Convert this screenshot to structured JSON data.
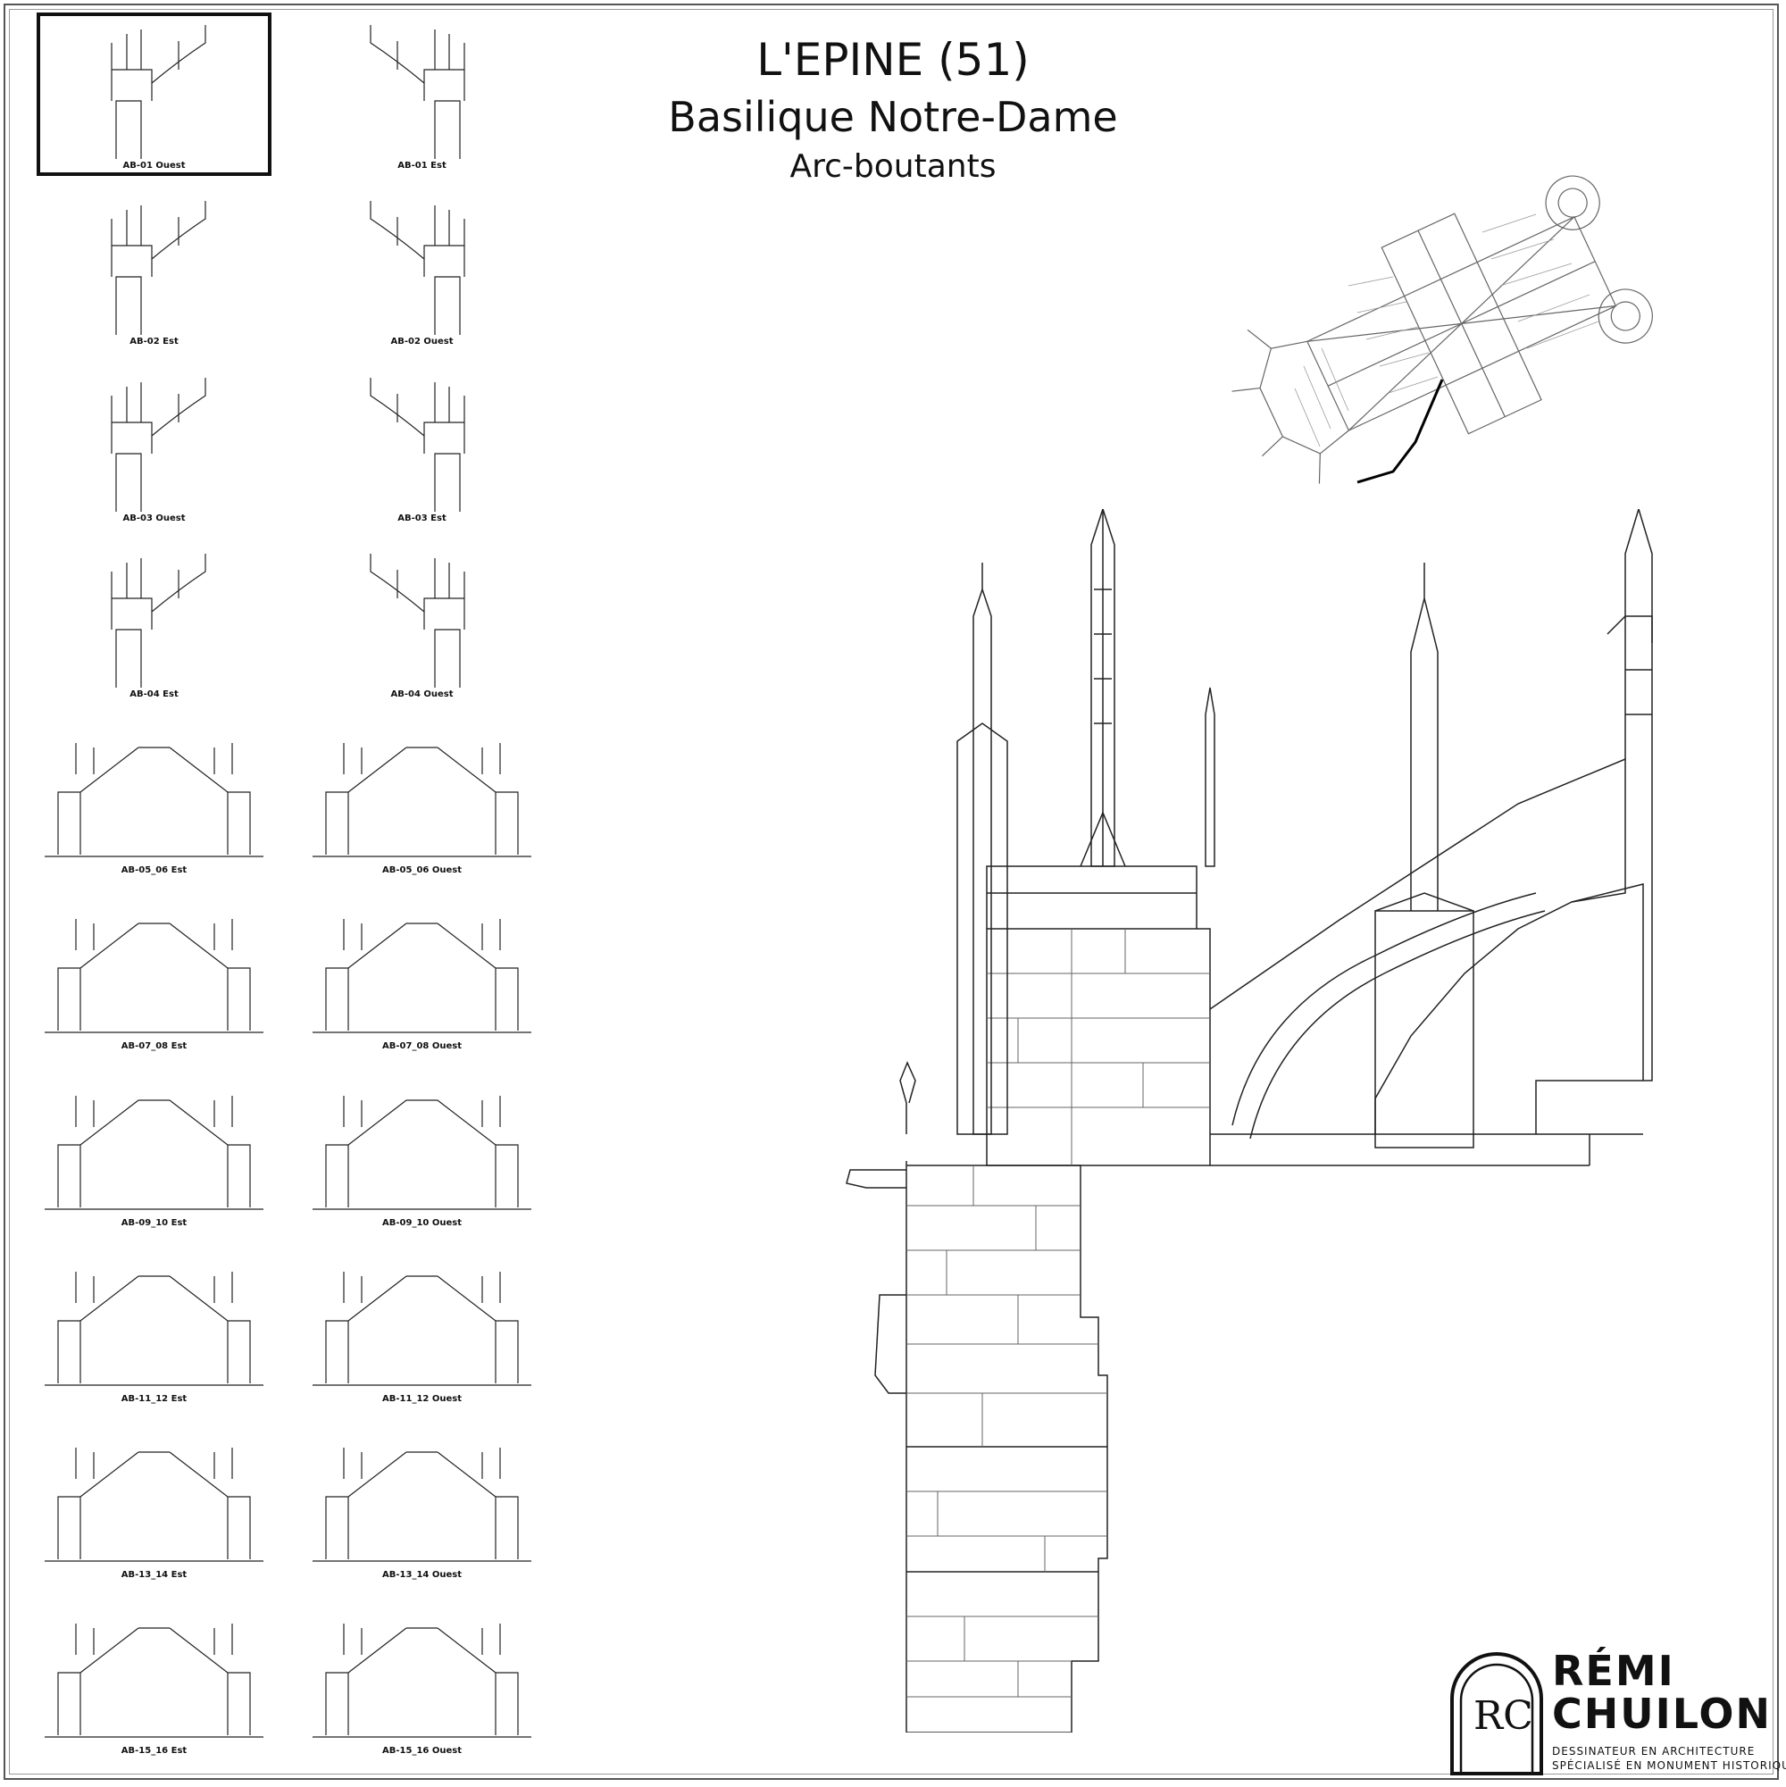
{
  "header": {
    "title": "L'EPINE (51)",
    "subtitle": "Basilique Notre-Dame",
    "section": "Arc-boutants"
  },
  "thumbnails": [
    {
      "label": "AB-01 Ouest",
      "selected": true
    },
    {
      "label": "AB-01 Est",
      "selected": false
    },
    {
      "label": "AB-02 Est",
      "selected": false
    },
    {
      "label": "AB-02 Ouest",
      "selected": false
    },
    {
      "label": "AB-03 Ouest",
      "selected": false
    },
    {
      "label": "AB-03 Est",
      "selected": false
    },
    {
      "label": "AB-04 Est",
      "selected": false
    },
    {
      "label": "AB-04 Ouest",
      "selected": false
    },
    {
      "label": "AB-05_06 Est",
      "selected": false
    },
    {
      "label": "AB-05_06 Ouest",
      "selected": false
    },
    {
      "label": "AB-07_08 Est",
      "selected": false
    },
    {
      "label": "AB-07_08 Ouest",
      "selected": false
    },
    {
      "label": "AB-09_10 Est",
      "selected": false
    },
    {
      "label": "AB-09_10 Ouest",
      "selected": false
    },
    {
      "label": "AB-11_12 Est",
      "selected": false
    },
    {
      "label": "AB-11_12 Ouest",
      "selected": false
    },
    {
      "label": "AB-13_14 Est",
      "selected": false
    },
    {
      "label": "AB-13_14 Ouest",
      "selected": false
    },
    {
      "label": "AB-15_16 Est",
      "selected": false
    },
    {
      "label": "AB-15_16 Ouest",
      "selected": false
    }
  ],
  "logo": {
    "monogram": "RC",
    "name_line1": "RÉMI",
    "name_line2": "CHUILON",
    "tagline1": "DESSINATEUR EN ARCHITECTURE",
    "tagline2": "SPÉCIALISÉ EN MONUMENT HISTORIQUE"
  }
}
